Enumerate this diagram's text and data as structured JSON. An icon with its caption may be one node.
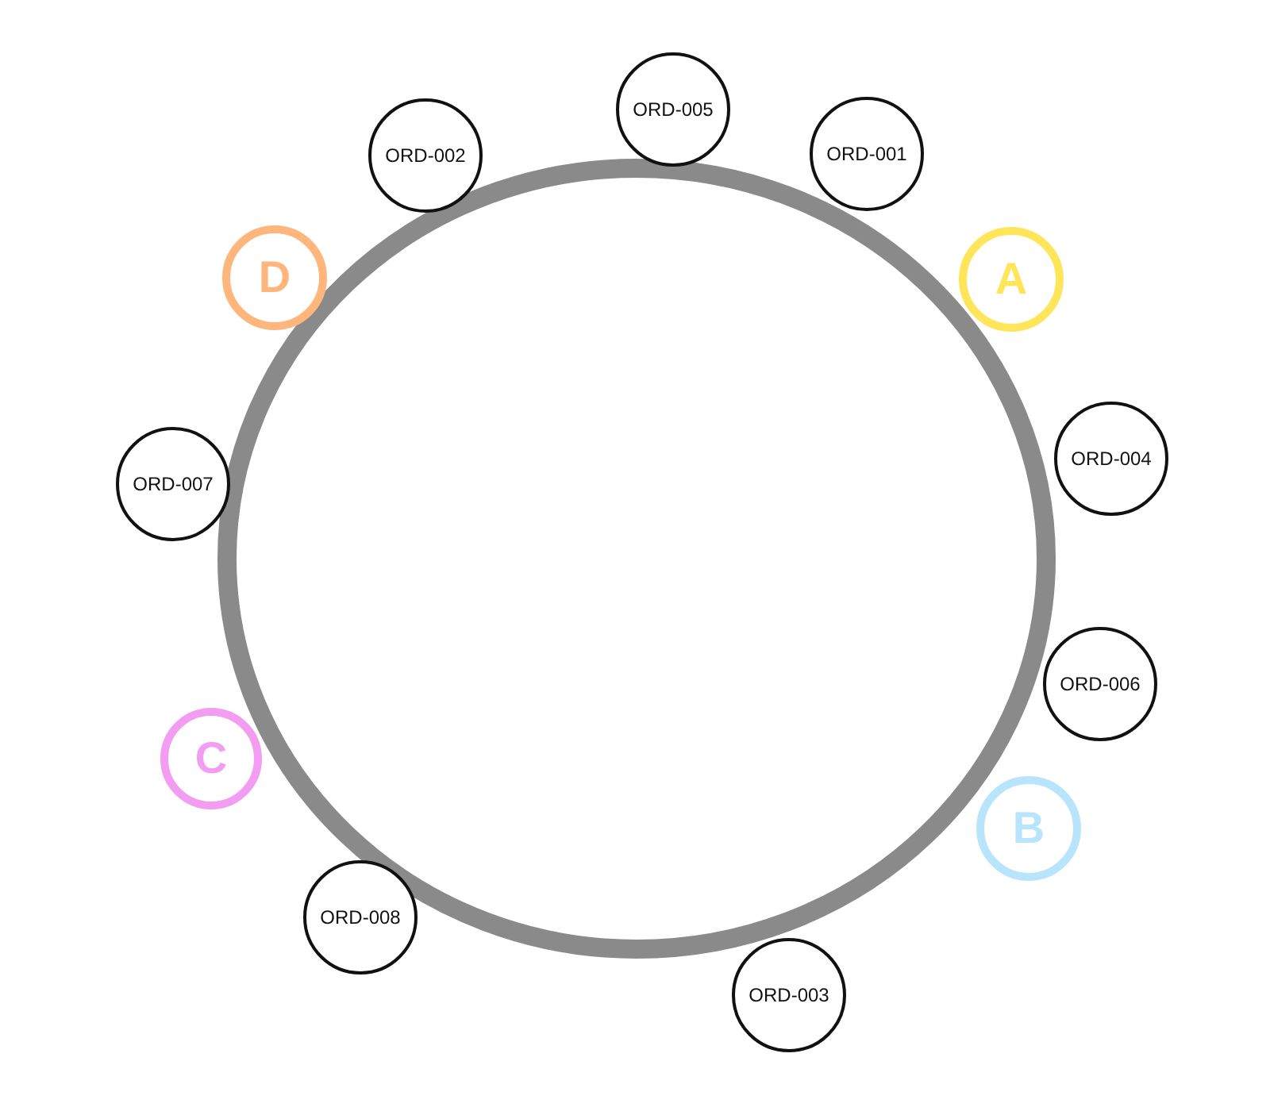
{
  "diagram": {
    "nodes": [
      {
        "text": [
          "ORD-002"
        ]
      },
      {
        "text": [
          "ORD-005"
        ]
      },
      {
        "text": [
          "ORD-001"
        ]
      },
      {
        "text": [
          "D"
        ]
      },
      {
        "text": [
          "A"
        ]
      },
      {
        "text": [
          "ORD-007"
        ]
      },
      {
        "text": [
          "ORD-004"
        ]
      },
      {
        "text": [
          "ORD-006"
        ]
      },
      {
        "text": [
          "C"
        ]
      },
      {
        "text": [
          "B"
        ]
      },
      {
        "text": [
          "ORD-008"
        ]
      },
      {
        "text": [
          "ORD-003"
        ]
      }
    ]
  }
}
